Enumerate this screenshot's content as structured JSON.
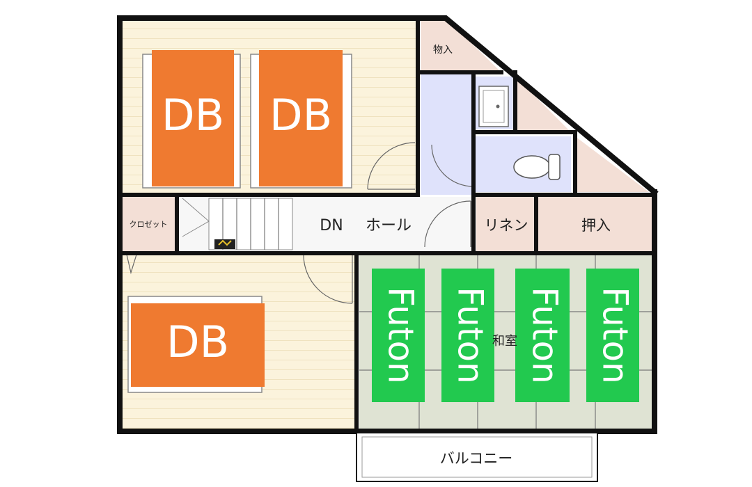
{
  "labels": {
    "storage_top": "物入",
    "closet": "クロゼット",
    "dn": "DN",
    "hall": "ホール",
    "linen": "リネン",
    "oshiire": "押入",
    "washitsu": "和室",
    "balcony": "バルコニー",
    "bed_left_1": "DB",
    "bed_left_2": "DB",
    "bed_bottom": "DB",
    "futon_1": "Futon",
    "futon_2": "Futon",
    "futon_3": "Futon",
    "futon_4": "Futon"
  },
  "colors": {
    "bed": "#ef7a30",
    "futon": "#22c94f",
    "wood_floor": "#fbf3dc",
    "tatami": "#dfe3d3",
    "wet_room": "#dfe2fb",
    "storage": "#f3dfd6",
    "hall": "#f7f7f7",
    "wall": "#111111"
  }
}
